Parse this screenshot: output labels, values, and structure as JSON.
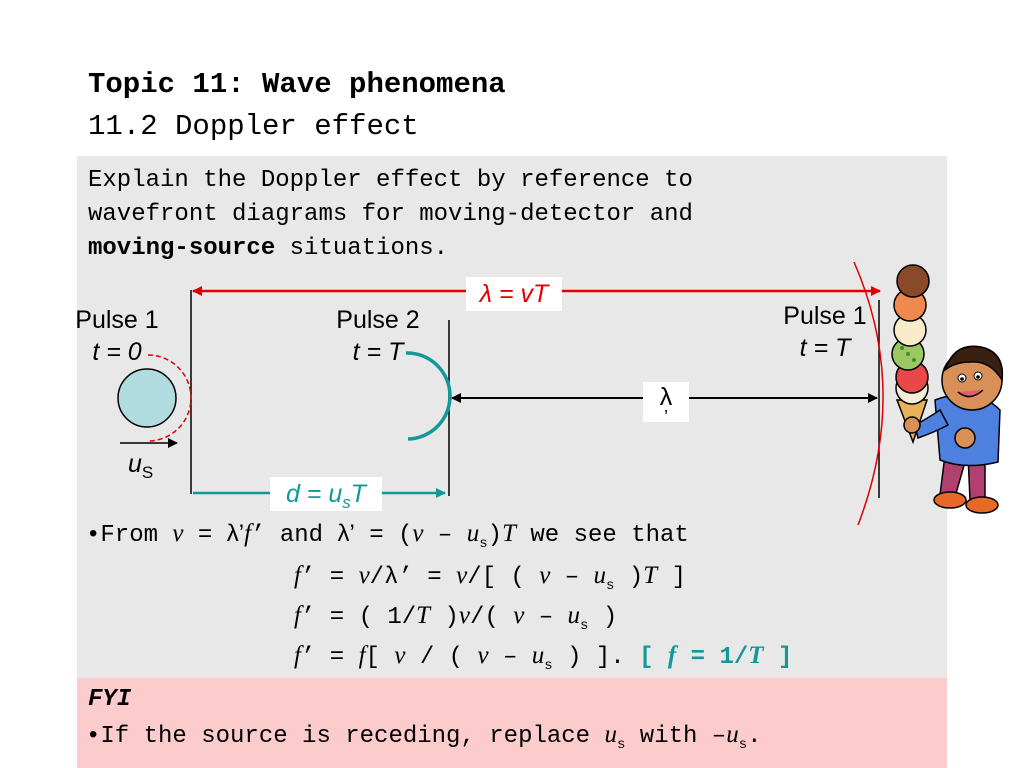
{
  "header": {
    "title": "Topic 11: Wave phenomena",
    "subtitle": "11.2 Doppler effect"
  },
  "intro": {
    "line1": "Explain the Doppler effect by reference to",
    "line2": "wavefront diagrams for moving-detector and",
    "line3_bold": "moving-source",
    "line3_rest": " situations."
  },
  "diagram": {
    "lambda_vt": "λ = vT",
    "pulse1_left": "Pulse 1",
    "t0": "t = 0",
    "pulse2": "Pulse 2",
    "tT_mid": "t = T",
    "pulse1_right": "Pulse 1",
    "tT_right": "t = T",
    "lambda_prime": "λ",
    "lambda_prime_mark": "’",
    "us_label": "u",
    "us_sub": "S",
    "d_label": "d = u",
    "d_sub": "s",
    "d_tail": "T"
  },
  "equations": {
    "bullet": "•From ",
    "l1_v": "v",
    "l1_eq": " = ",
    "l1_lp": "λ’",
    "l1_f": "f",
    "l1_prime": "’",
    "l1_and": " and ",
    "l1_lp2": "λ’",
    "l1_mid": " = (",
    "l1_v2": "v",
    "l1_minus": " – ",
    "l1_u": "u",
    "l1_us": "s",
    "l1_close": ")",
    "l1_T": "T",
    "l1_end": " we see that",
    "l2_f": "f",
    "l2_a": "’ = ",
    "l2_v": "v",
    "l2_b": "/λ’ = ",
    "l2_v2": "v",
    "l2_c": "/[ ( ",
    "l2_v3": "v",
    "l2_d": " – ",
    "l2_u": "u",
    "l2_us": "s",
    "l2_e": " )",
    "l2_T": "T",
    "l2_f2": " ]",
    "l3_f": "f",
    "l3_a": "’ = ( 1/",
    "l3_T": "T",
    "l3_b": " )",
    "l3_v": "v",
    "l3_c": "/( ",
    "l3_v2": "v",
    "l3_d": " – ",
    "l3_u": "u",
    "l3_us": "s",
    "l3_e": " )",
    "l4_f": "f",
    "l4_a": "’ = ",
    "l4_f2": "f",
    "l4_b": "[ ",
    "l4_v": "v",
    "l4_c": " / ( ",
    "l4_v2": "v",
    "l4_d": " – ",
    "l4_u": "u",
    "l4_us": "s",
    "l4_e": " ) ].",
    "l4_hint_a": " [ ",
    "l4_hint_f": "f",
    "l4_hint_b": " = 1/",
    "l4_hint_T": "T",
    "l4_hint_c": " ]"
  },
  "fyi": {
    "title": "FYI",
    "text_a": "•If the source is receding, replace ",
    "u1": "u",
    "s1": "s",
    "text_b": " with –",
    "u2": "u",
    "s2": "s",
    "text_c": "."
  },
  "colors": {
    "red": "#e00000",
    "teal": "#119999",
    "panel": "#e8e8e8",
    "fyi": "#fccccc"
  }
}
